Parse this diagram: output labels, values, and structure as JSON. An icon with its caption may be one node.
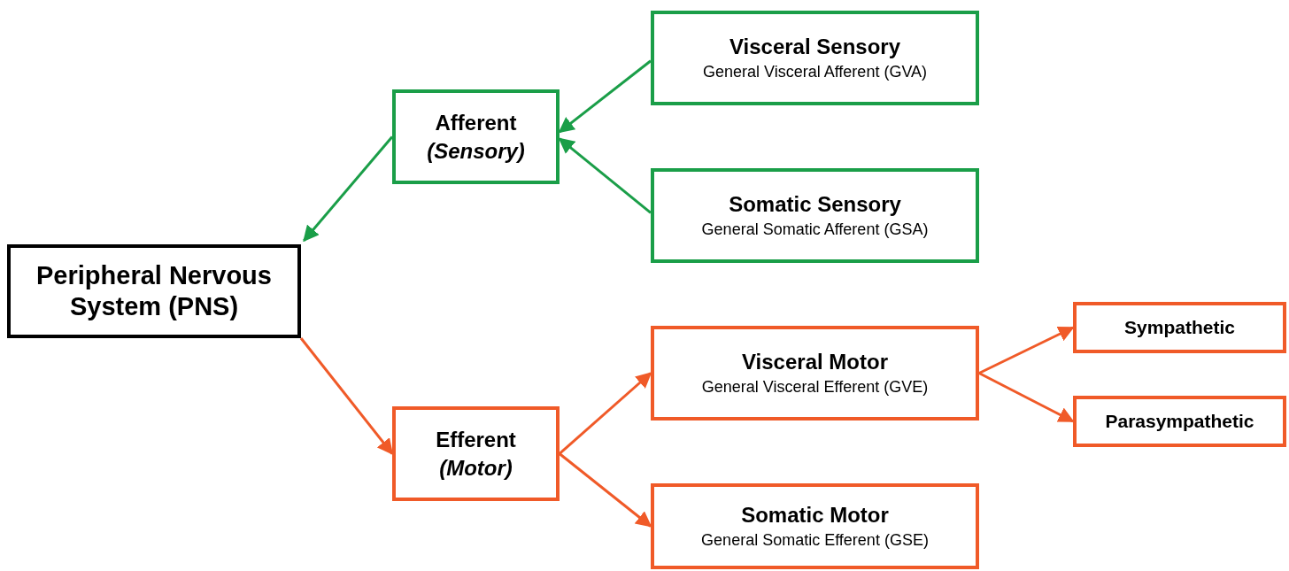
{
  "diagram": {
    "nodes": [
      {
        "text": [
          "Peripheral Nervous System (PNS)"
        ]
      },
      {
        "text": [
          "Afferent",
          "(Sensory)"
        ]
      },
      {
        "text": [
          "Visceral Sensory",
          "General Visceral Afferent (GVA)"
        ]
      },
      {
        "text": [
          "Somatic Sensory",
          "General Somatic Afferent (GSA)"
        ]
      },
      {
        "text": [
          "Efferent",
          "(Motor)"
        ]
      },
      {
        "text": [
          "Visceral Motor",
          "General Visceral Efferent (GVE)"
        ]
      },
      {
        "text": [
          "Somatic Motor",
          "General Somatic Efferent (GSE)"
        ]
      },
      {
        "text": [
          "Sympathetic"
        ]
      },
      {
        "text": [
          "Parasympathetic"
        ]
      }
    ],
    "edges": [
      {
        "from": 2,
        "to": 1,
        "arrow": "to",
        "color": "#1a9e48"
      },
      {
        "from": 3,
        "to": 1,
        "arrow": "to",
        "color": "#1a9e48"
      },
      {
        "from": 1,
        "to": 0,
        "arrow": "to",
        "color": "#1a9e48"
      },
      {
        "from": 0,
        "to": 4,
        "arrow": "to"
      },
      {
        "from": 4,
        "to": 5,
        "arrow": "to"
      },
      {
        "from": 4,
        "to": 6,
        "arrow": "to"
      },
      {
        "from": 5,
        "to": 7,
        "arrow": "to"
      },
      {
        "from": 5,
        "to": 8,
        "arrow": "to"
      }
    ]
  }
}
